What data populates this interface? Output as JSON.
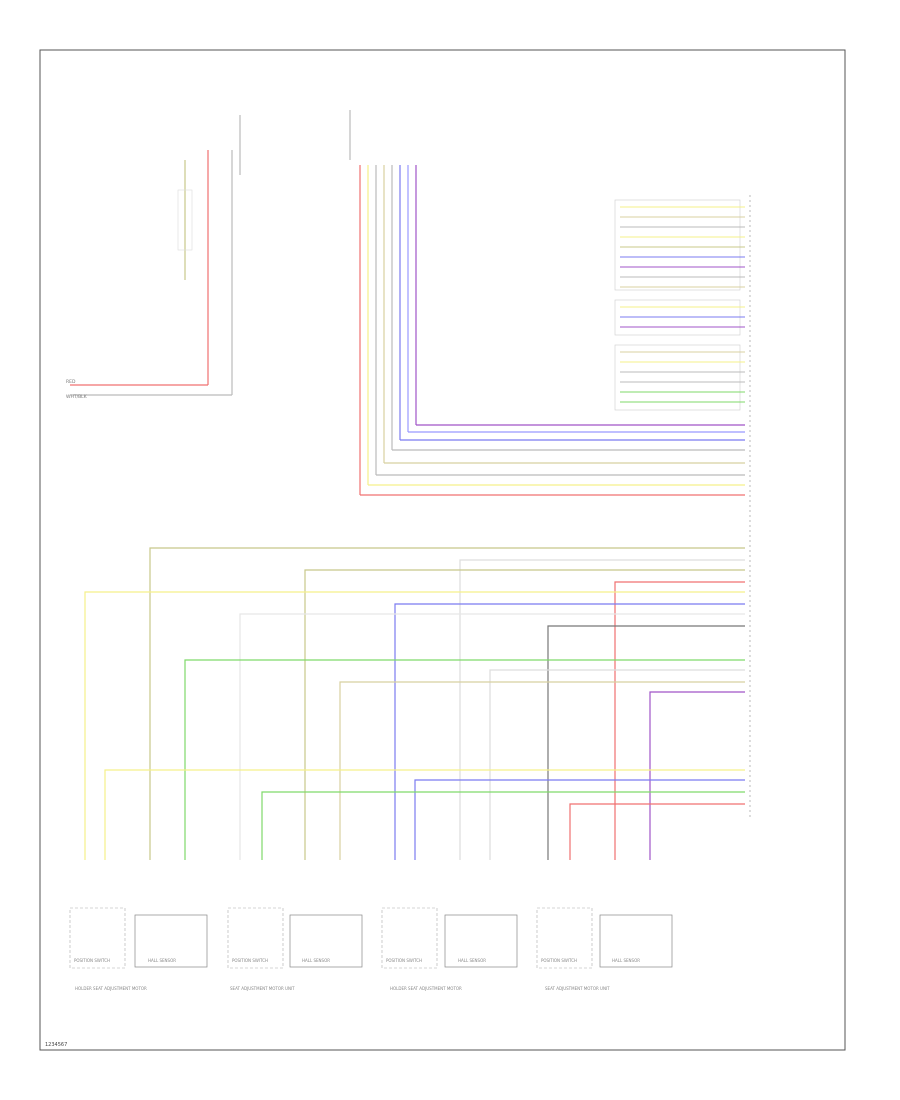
{
  "colors": {
    "red": "#f07070",
    "yellow": "#f5f08a",
    "blue": "#7b7bf0",
    "green": "#7fd96a",
    "violet": "#a055c8",
    "olive": "#c8c88a",
    "grey": "#b8b8b8",
    "tan": "#d8d0a0"
  },
  "labels": {
    "fuse_top": "RED",
    "fuse_bottom": "WHT/BLK",
    "hall_sensor": "HALL SENSOR",
    "position_switch": "POSITION SWITCH",
    "corner_code": "1234567"
  },
  "motors": [
    {
      "caption": "HOLDER SEAT ADJUSTMENT MOTOR"
    },
    {
      "caption": "SEAT ADJUSTMENT MOTOR UNIT"
    },
    {
      "caption": "HOLDER SEAT ADJUSTMENT MOTOR"
    },
    {
      "caption": "SEAT ADJUSTMENT MOTOR UNIT"
    }
  ]
}
